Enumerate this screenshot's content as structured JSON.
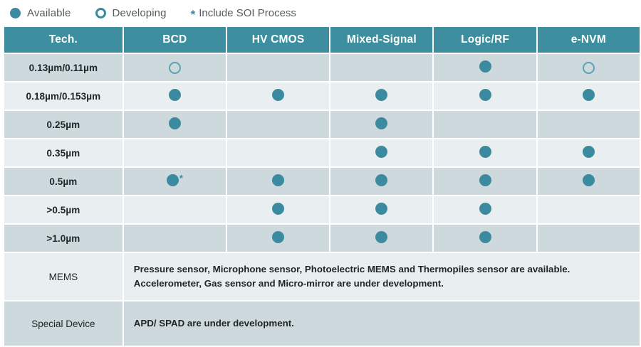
{
  "legend": {
    "available": {
      "icon": "filled-circle-icon",
      "label": "Available"
    },
    "developing": {
      "icon": "open-circle-icon",
      "label": "Developing"
    },
    "soi": {
      "icon": "asterisk-icon",
      "symbol": "*",
      "label": "Include SOI Process"
    }
  },
  "colors": {
    "header_bg": "#3d8fa0",
    "mark_teal": "#3b8ba0",
    "ring_teal": "#5ba2b3",
    "row_dark": "#ced9dd",
    "row_light": "#e9eef1",
    "legend_text": "#555c60",
    "body_text": "#1f2426",
    "page_bg": "#ffffff"
  },
  "table": {
    "columns": [
      "Tech.",
      "BCD",
      "HV CMOS",
      "Mixed-Signal",
      "Logic/RF",
      "e-NVM"
    ],
    "rows": [
      {
        "label": "0.13µm/0.11µm",
        "cells": [
          "developing",
          "",
          "",
          "available",
          "developing"
        ]
      },
      {
        "label": "0.18µm/0.153µm",
        "cells": [
          "available",
          "available",
          "available",
          "available",
          "available"
        ]
      },
      {
        "label": "0.25µm",
        "cells": [
          "available",
          "",
          "available",
          "",
          ""
        ]
      },
      {
        "label": "0.35µm",
        "cells": [
          "",
          "",
          "available",
          "available",
          "available"
        ]
      },
      {
        "label": "0.5µm",
        "cells": [
          "available-soi",
          "available",
          "available",
          "available",
          "available"
        ]
      },
      {
        "label": ">0.5µm",
        "cells": [
          "",
          "available",
          "available",
          "available",
          ""
        ]
      },
      {
        "label": ">1.0µm",
        "cells": [
          "",
          "available",
          "available",
          "available",
          ""
        ]
      }
    ],
    "notes": [
      {
        "label": "MEMS",
        "lines": [
          "Pressure sensor, Microphone sensor, Photoelectric MEMS and Thermopiles sensor are available.",
          "Accelerometer, Gas sensor and Micro-mirror are under development."
        ]
      },
      {
        "label": "Special Device",
        "lines": [
          "APD/ SPAD are under development."
        ]
      }
    ]
  }
}
